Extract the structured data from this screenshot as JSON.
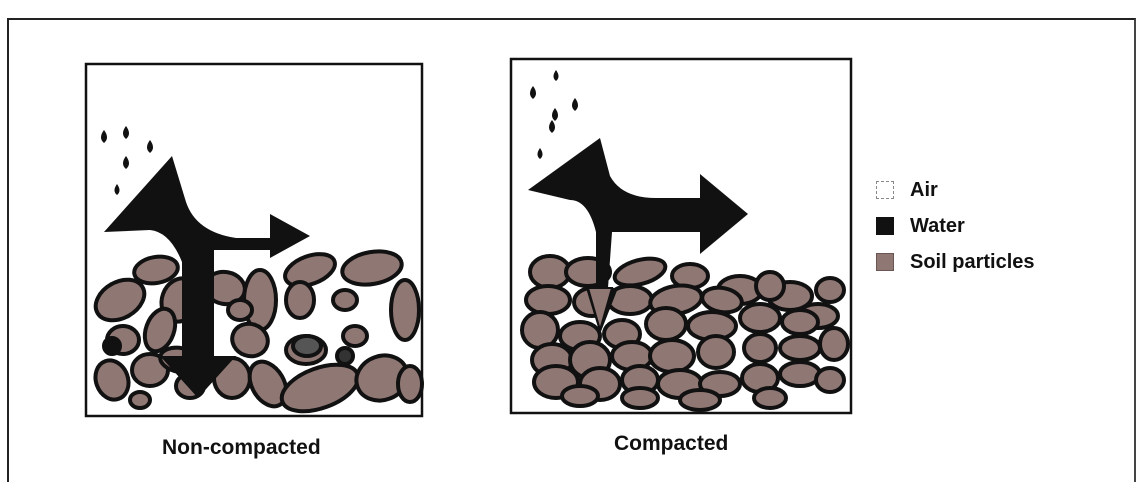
{
  "panels": {
    "left_label": "Non-compacted",
    "right_label": "Compacted"
  },
  "legend": {
    "items": [
      {
        "label": "Air",
        "icon": "air-swatch",
        "color": "#ffffff"
      },
      {
        "label": "Water",
        "icon": "water-swatch",
        "color": "#111111"
      },
      {
        "label": "Soil particles",
        "icon": "soil-swatch",
        "color": "#8f7774"
      }
    ]
  },
  "colors": {
    "particle_fill": "#8f7774",
    "particle_stroke": "#111111",
    "water": "#111111",
    "box_border": "#111111"
  }
}
